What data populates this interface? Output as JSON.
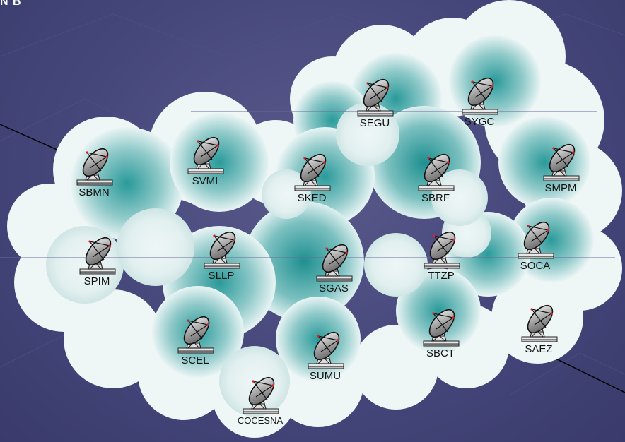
{
  "header": {
    "corner_text": "N B"
  },
  "colors": {
    "background": "#45467a",
    "cloud_light": "#eef6f6",
    "cloud_dark": "#2a9c9c",
    "line": "#000000"
  },
  "icon": "satellite-dish-icon",
  "stations": [
    {
      "id": "SEGU",
      "label": "SEGU"
    },
    {
      "id": "SYGC",
      "label": "SYGC"
    },
    {
      "id": "SBMN",
      "label": "SBMN"
    },
    {
      "id": "SVMI",
      "label": "SVMI"
    },
    {
      "id": "SKED",
      "label": "SKED"
    },
    {
      "id": "SBRF",
      "label": "SBRF"
    },
    {
      "id": "SMPM",
      "label": "SMPM"
    },
    {
      "id": "SPIM",
      "label": "SPIM"
    },
    {
      "id": "SLLP",
      "label": "SLLP"
    },
    {
      "id": "SGAS",
      "label": "SGAS"
    },
    {
      "id": "TTZP",
      "label": "TTZP"
    },
    {
      "id": "SOCA",
      "label": "SOCA"
    },
    {
      "id": "SCEL",
      "label": "SCEL"
    },
    {
      "id": "SUMU",
      "label": "SUMU"
    },
    {
      "id": "SBCT",
      "label": "SBCT"
    },
    {
      "id": "SAEZ",
      "label": "SAEZ"
    },
    {
      "id": "COCESNA",
      "label": "COCESNA"
    }
  ]
}
